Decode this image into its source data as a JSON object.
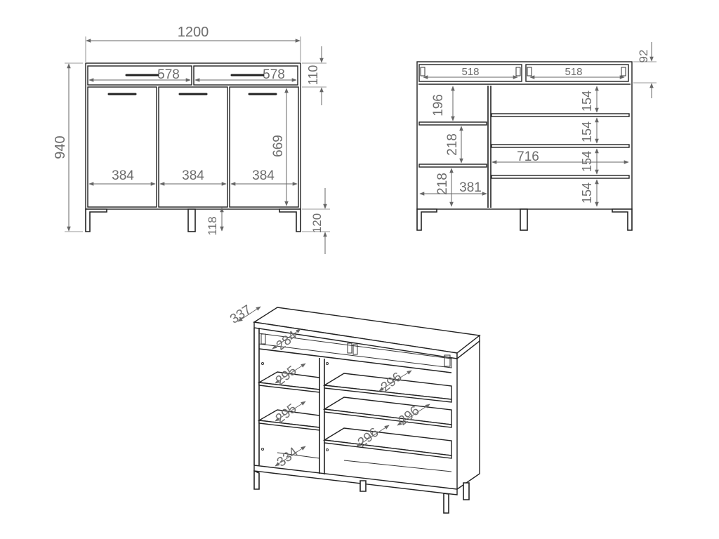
{
  "front_view": {
    "overall_width": "1200",
    "overall_height": "940",
    "drawer_width_left": "578",
    "drawer_width_right": "578",
    "drawer_height": "110",
    "door_height": "669",
    "door_width_1": "384",
    "door_width_2": "384",
    "door_width_3": "384",
    "leg_height_center": "118",
    "leg_height_side": "120"
  },
  "interior_view": {
    "top_thickness": "92",
    "drawer_inner_left": "518",
    "drawer_inner_right": "518",
    "left_shelf_1": "196",
    "left_shelf_2": "218",
    "left_shelf_3": "218",
    "left_compartment_width": "381",
    "right_compartment_width": "716",
    "right_shelf_1": "154",
    "right_shelf_2": "154",
    "right_shelf_3": "154",
    "right_shelf_4": "154"
  },
  "perspective_view": {
    "depth": "337",
    "drawer_depth": "284",
    "left_shelf_depth_1": "295",
    "left_shelf_depth_2": "295",
    "left_bottom_depth": "334",
    "right_shelf_depth_1": "296",
    "right_shelf_depth_2": "296",
    "right_shelf_depth_3": "296"
  }
}
